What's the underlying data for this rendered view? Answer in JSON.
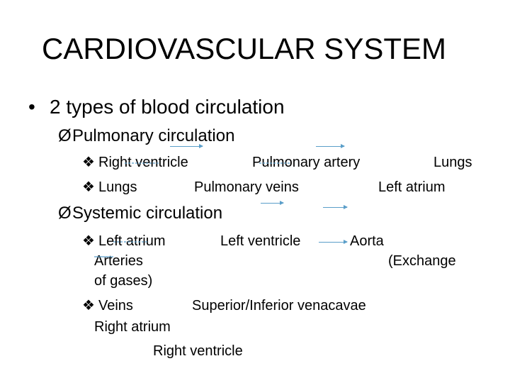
{
  "slide": {
    "title": "CARDIOVASCULAR SYSTEM",
    "bullet": "2  types of blood circulation",
    "pulmonary": {
      "heading": "Pulmonary  circulation",
      "row1": [
        "Right ventricle",
        "Pulmonary artery",
        "Lungs"
      ],
      "row2": [
        "Lungs",
        "Pulmonary veins",
        "Left atrium"
      ]
    },
    "systemic": {
      "heading": "Systemic circulation",
      "row1": [
        "Left atrium",
        "Left ventricle",
        "Aorta"
      ],
      "row2": [
        "Arteries",
        "(Exchange"
      ],
      "row3": "of gases)",
      "row4": [
        "Veins",
        "Superior/Inferior venacavae"
      ],
      "row5": "Right atrium",
      "row6": "Right ventricle"
    }
  },
  "colors": {
    "arrow": "#5a9ec9",
    "text": "#000000",
    "background": "#ffffff"
  },
  "icons": {
    "level2_marker": "arrow-bullet-icon",
    "level3_marker": "diamond-bullet-icon"
  }
}
